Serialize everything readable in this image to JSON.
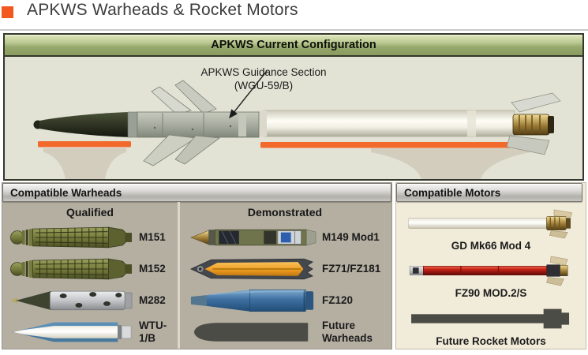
{
  "page": {
    "title": "APKWS Warheads & Rocket Motors"
  },
  "config_panel": {
    "header": "APKWS Current Configuration",
    "annotation": {
      "line1": "APKWS Guidance Section",
      "line2": "(WGU-59/B)"
    }
  },
  "warheads_panel": {
    "header": "Compatible Warheads",
    "columns": [
      {
        "label": "Qualified",
        "items": [
          {
            "label": "M151"
          },
          {
            "label": "M152"
          },
          {
            "label": "M282"
          },
          {
            "label": "WTU-1/B"
          }
        ]
      },
      {
        "label": "Demonstrated",
        "items": [
          {
            "label": "M149 Mod1"
          },
          {
            "label": "FZ71/FZ181"
          },
          {
            "label": "FZ120"
          },
          {
            "label": "Future Warheads"
          }
        ]
      }
    ]
  },
  "motors_panel": {
    "header": "Compatible Motors",
    "items": [
      {
        "label": "GD Mk66 Mod 4"
      },
      {
        "label": "FZ90 MOD.2/S"
      },
      {
        "label": "Future Rocket Motors"
      }
    ]
  },
  "colors": {
    "accent_orange": "#F1571F",
    "bar_orange": "#F2692B",
    "header_green": "#A8B77E",
    "panel_sage_bg": "#E2E3D4",
    "warheads_bg": "#B5AFA2",
    "motors_bg": "#F1EBD9"
  }
}
